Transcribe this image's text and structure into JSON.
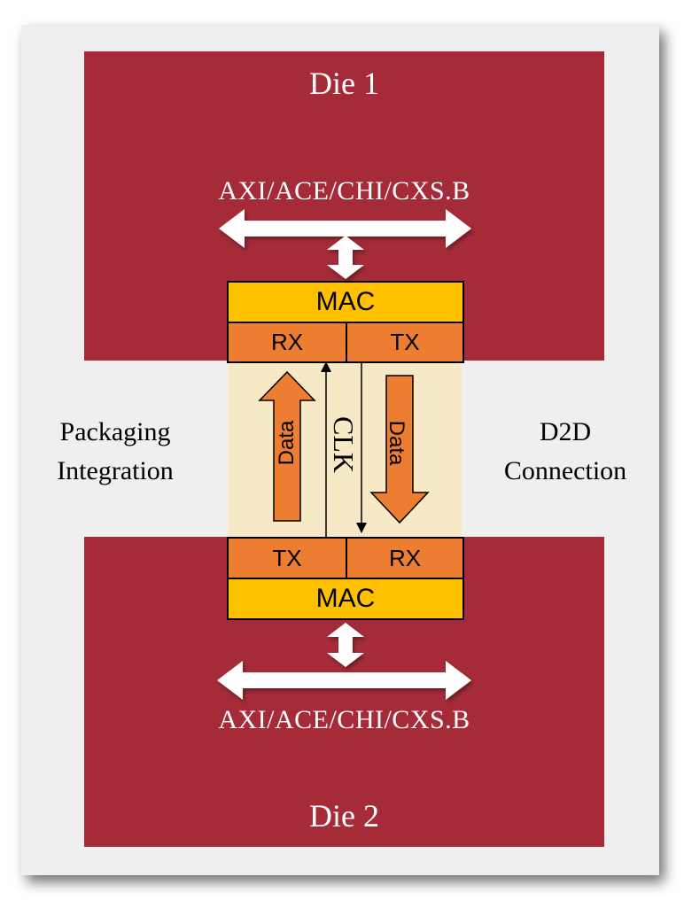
{
  "die1": {
    "title": "Die 1",
    "bus": "AXI/ACE/CHI/CXS.B",
    "mac": "MAC",
    "rx": "RX",
    "tx": "TX"
  },
  "die2": {
    "title": "Die 2",
    "bus": "AXI/ACE/CHI/CXS.B",
    "mac": "MAC",
    "rx": "RX",
    "tx": "TX"
  },
  "link": {
    "data_up": "Data",
    "data_down": "Data",
    "clk": "CLK"
  },
  "labels": {
    "left_line1": "Packaging",
    "left_line2": "Integration",
    "right_line1": "D2D",
    "right_line2": "Connection"
  },
  "colors": {
    "die": "#a52b38",
    "mac": "#ffc000",
    "rxtx": "#ed7d31",
    "channel": "#f7e8c6",
    "background": "#efefef"
  }
}
